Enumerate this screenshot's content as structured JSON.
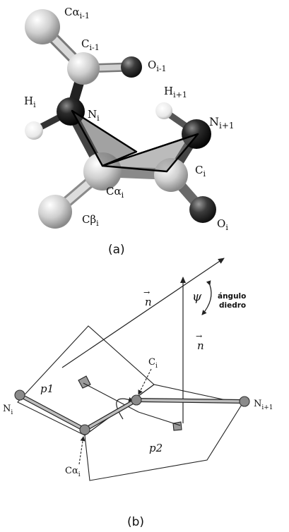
{
  "panel_a": {
    "caption": "(a)",
    "labels": {
      "ca_prev": {
        "base": "Cα",
        "sub": "i-1"
      },
      "c_prev": {
        "base": "C",
        "sub": "i-1"
      },
      "o_prev": {
        "base": "O",
        "sub": "i-1"
      },
      "h_i": {
        "base": "H",
        "sub": "i"
      },
      "n_i": {
        "base": "N",
        "sub": "i"
      },
      "h_next": {
        "base": "H",
        "sub": "i+1"
      },
      "n_next": {
        "base": "N",
        "sub": "i+1"
      },
      "ca_i": {
        "base": "Cα",
        "sub": "i"
      },
      "c_i": {
        "base": "C",
        "sub": "i"
      },
      "cb_i": {
        "base": "Cβ",
        "sub": "i"
      },
      "o_i": {
        "base": "O",
        "sub": "i"
      }
    }
  },
  "panel_b": {
    "caption": "(b)",
    "vector_n": "n",
    "vector_n2": "n",
    "arrow_glyph": "→",
    "psi": "ψ",
    "angle_label_line1": "ángulo",
    "angle_label_line2": "diedro",
    "plane1": "p1",
    "plane2": "p2",
    "labels": {
      "n_i": {
        "base": "N",
        "sub": "i"
      },
      "n_next": {
        "base": "N",
        "sub": "i+1"
      },
      "c_i": {
        "base": "C",
        "sub": "i"
      },
      "ca_i": {
        "base": "Cα",
        "sub": "i"
      }
    }
  }
}
